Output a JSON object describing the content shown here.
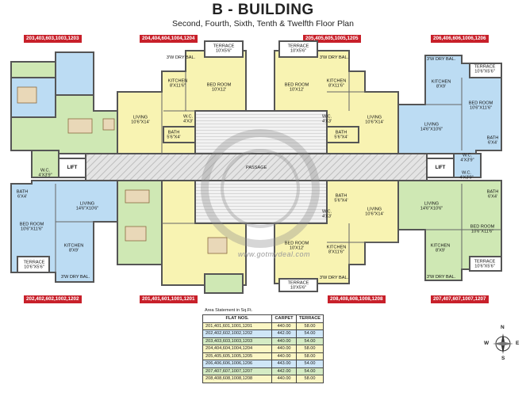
{
  "header": {
    "title": "B - BUILDING",
    "subtitle": "Second, Fourth, Sixth, Tenth & Twelfth Floor Plan"
  },
  "flat_labels": {
    "top_far_left": "203,403,603,1003,1203",
    "top_mid_left": "204,404,604,1004,1204",
    "top_mid_right": "205,405,605,1005,1205",
    "top_far_right": "206,406,606,1006,1206",
    "bottom_far_left": "202,402,602,1002,1202",
    "bottom_mid_left": "201,401,601,1001,1201",
    "bottom_mid_right": "208,408,608,1008,1208",
    "bottom_far_right": "207,407,607,1007,1207"
  },
  "rooms": {
    "r204_terrace": "TERRACE",
    "r204_terrace_d": "10'X5'6\"",
    "r204_drybal": "3'W DRY BAL.",
    "r204_kitchen": "KITCHEN",
    "r204_kitchen_d": "8'X11'6\"",
    "r204_bed": "BED ROOM",
    "r204_bed_d": "10'X12'",
    "r204_living": "LIVING",
    "r204_living_d": "10'6\"X14'",
    "r204_wc": "W.C.",
    "r204_wc_d": "4'X3'",
    "r204_bath": "BATH",
    "r204_bath_d": "5'6\"X4'",
    "r205_terrace": "TERRACE",
    "r205_terrace_d": "10'X5'6\"",
    "r205_drybal": "3'W DRY BAL.",
    "r205_bed": "BED ROOM",
    "r205_bed_d": "10'X12'",
    "r205_kitchen": "KITCHEN",
    "r205_kitchen_d": "8'X11'6\"",
    "r205_living": "LIVING",
    "r205_living_d": "10'6\"X14'",
    "r205_wc": "W.C.",
    "r205_wc_d": "4'X3'",
    "r205_bath": "BATH",
    "r205_bath_d": "5'6\"X4'",
    "r206_drybal": "3'W DRY BAL.",
    "r206_terrace": "TERRACE",
    "r206_terrace_d": "10'6\"X5'6\"",
    "r206_kitchen": "KITCHEN",
    "r206_kitchen_d": "8'X9'",
    "r206_bed": "BED ROOM",
    "r206_bed_d": "10'6\"X11'6\"",
    "r206_living": "LIVING",
    "r206_living_d": "14'6\"X10'6\"",
    "r206_bath": "BATH",
    "r206_bath_d": "6'X4'",
    "r206_wc": "W.C.",
    "r206_wc_d": "4'X3'9\"",
    "r203_wc": "W.C.",
    "r203_wc_d": "4'X3'9\"",
    "r202_bath": "BATH",
    "r202_bath_d": "6'X4'",
    "r202_bed": "BED ROOM",
    "r202_bed_d": "10'6\"X11'6\"",
    "r202_living": "LIVING",
    "r202_living_d": "14'6\"X10'6\"",
    "r202_kitchen": "KITCHEN",
    "r202_kitchen_d": "8'X9'",
    "r202_terrace": "TERRACE",
    "r202_terrace_d": "10'6\"X5'6\"",
    "r202_drybal": "3'W DRY BAL.",
    "r208_bath": "BATH",
    "r208_bath_d": "5'6\"X4'",
    "r208_wc": "W.C.",
    "r208_wc_d": "4'X3'",
    "r208_living": "LIVING",
    "r208_living_d": "10'6\"X14'",
    "r208_bed": "BED ROOM",
    "r208_bed_d": "10'X12'",
    "r208_kitchen": "KITCHEN",
    "r208_kitchen_d": "8'X11'6\"",
    "r208_drybal": "3'W DRY BAL.",
    "r208_terrace": "TERRACE",
    "r208_terrace_d": "10'X5'6\"",
    "r207_wc": "W.C.",
    "r207_wc_d": "4'X3'9\"",
    "r207_bath": "BATH",
    "r207_bath_d": "6'X4'",
    "r207_living": "LIVING",
    "r207_living_d": "14'6\"X10'6\"",
    "r207_bed": "BED ROOM",
    "r207_bed_d": "10'6\"X11'6\"",
    "r207_kitchen": "KITCHEN",
    "r207_kitchen_d": "8'X9'",
    "r207_terrace": "TERRACE",
    "r207_terrace_d": "10'6\"X5'6\"",
    "r207_drybal": "3'W DRY BAL."
  },
  "core": {
    "lift_left": "LIFT",
    "lift_right": "LIFT",
    "passage": "PASSAGE"
  },
  "watermark": "www.gotmydeal.com",
  "area_statement": {
    "caption": "Area Statement in Sq.Ft.",
    "headers": [
      "FLAT NOS.",
      "CARPET",
      "TERRACE"
    ],
    "rows": [
      [
        "201,401,601,1001,1201",
        "440.00",
        "58.00"
      ],
      [
        "202,402,602,1002,1202",
        "442.00",
        "54.00"
      ],
      [
        "203,403,603,1003,1203",
        "440.00",
        "54.00"
      ],
      [
        "204,404,604,1004,1204",
        "440.00",
        "58.00"
      ],
      [
        "205,405,605,1005,1205",
        "440.00",
        "58.00"
      ],
      [
        "206,406,606,1006,1206",
        "443.00",
        "54.00"
      ],
      [
        "207,407,607,1007,1207",
        "442.00",
        "54.00"
      ],
      [
        "208,408,608,1008,1208",
        "440.00",
        "58.00"
      ]
    ],
    "row_colors": [
      "#fbf6c4",
      "#cfe6f7",
      "#d5ebc4",
      "#fbf6c4",
      "#fbf6c4",
      "#cfe6f7",
      "#d5ebc4",
      "#fbf6c4"
    ]
  },
  "compass": {
    "n": "N",
    "s": "S",
    "e": "E",
    "w": "W"
  },
  "colors": {
    "green": "#cfe8b4",
    "yellow": "#f8f3b2",
    "blue": "#bcdcf3",
    "grey": "#d9d9d9",
    "wall": "#555555",
    "label_red": "#c8202a"
  }
}
